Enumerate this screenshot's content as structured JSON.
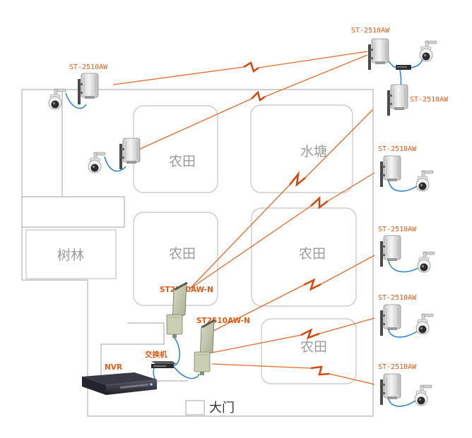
{
  "areas": {
    "field_1": "农田",
    "field_2": "农田",
    "field_3": "农田",
    "field_4": "农田",
    "pond": "水塘",
    "forest": "树林",
    "gate": "大门"
  },
  "devices": {
    "base_station": "ST-2510AW",
    "base_top_right": "ST-2510AW",
    "base_right_2": "ST-2510AW",
    "remote_1": "ST-2510AW",
    "remote_2": "ST-2510AW",
    "remote_3": "ST-2510AW",
    "remote_4": "ST-2510AW",
    "panel_1": "ST2510AW-N",
    "panel_2": "ST2510AW-N",
    "nvr": "NVR",
    "switch": "交换机"
  },
  "colors": {
    "wireless_link": "#e26a2a",
    "ethernet_cable": "#2a7fd0",
    "label_text": "#e05a18"
  },
  "icons": [
    "ptz-camera-icon",
    "outdoor-cpe-icon",
    "panel-antenna-icon",
    "network-switch-icon",
    "nvr-recorder-icon"
  ]
}
